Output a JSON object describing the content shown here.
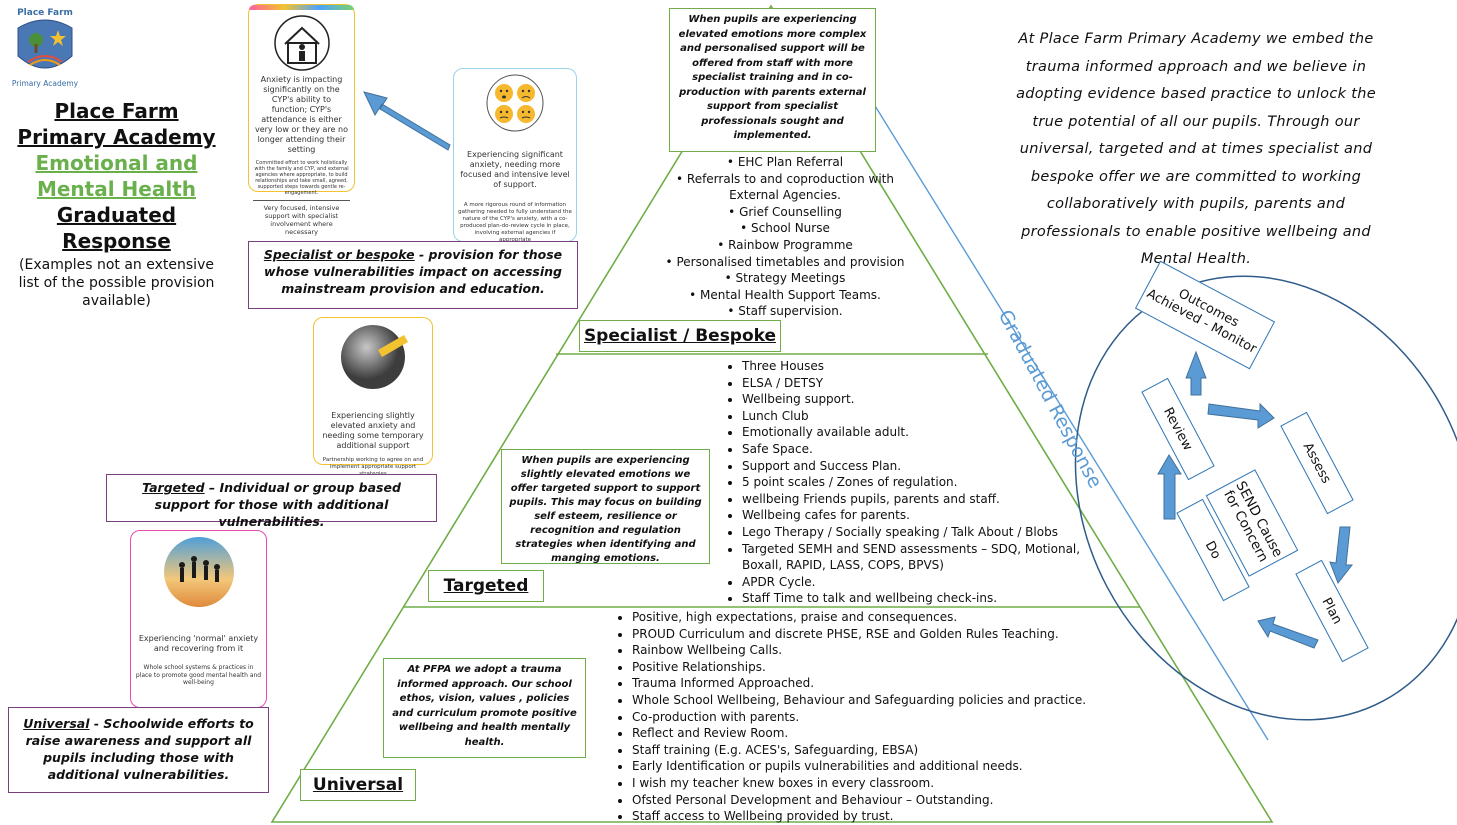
{
  "logo": {
    "top_text": "Place Farm",
    "bottom_text": "Primary Academy"
  },
  "title": {
    "line1": "Place Farm",
    "line2": "Primary Academy",
    "line3": "Emotional and",
    "line4": "Mental Health",
    "line5": "Graduated",
    "line6": "Response",
    "subtitle": "(Examples not an extensive list of the possible provision available)"
  },
  "cards": {
    "specialist": {
      "main": "Anxiety is impacting significantly on the CYP's ability to function; CYP's attendance is either very low or they are no longer attending their setting",
      "detail": "Committed effort to work holistically with the family and CYP, and external agencies where appropriate, to build relationships and take small, agreed, supported steps towards gentle re-engagement.",
      "footer": "Very focused, intensive support with specialist involvement where necessary"
    },
    "significant": {
      "main": "Experiencing significant anxiety, needing more focused and intensive level of support.",
      "detail": "A more rigorous round of information gathering needed to fully understand the nature of the CYP's anxiety, with a co-produced plan-do-review cycle in place, involving external agencies if appropriate"
    },
    "targeted": {
      "main": "Experiencing slightly elevated anxiety and needing some temporary additional support",
      "detail": "Partnership working to agree on and implement appropriate support strategies"
    },
    "universal": {
      "main": "Experiencing 'normal' anxiety and recovering from it",
      "detail": "Whole school systems & practices in place to promote good mental health and well-being"
    }
  },
  "descriptions": {
    "specialist": {
      "label": "Specialist or bespoke",
      "text": " -  provision for those whose vulnerabilities impact on accessing mainstream provision and education."
    },
    "targeted": {
      "label": "Targeted",
      "text": " – Individual or group based support for those with additional vulnerabilities."
    },
    "universal": {
      "label": "Universal",
      "text": " - Schoolwide efforts to raise awareness and support all pupils including those with additional vulnerabilities."
    }
  },
  "pyramid": {
    "top_note": "When pupils are experiencing elevated emotions more complex and personalised support will be offered from staff with more specialist training and in co-production with parents  external support from specialist professionals sought and implemented.",
    "specialist_label": "Specialist / Bespoke",
    "specialist_items": [
      "EHC Plan Referral",
      "Referrals to and coproduction with External Agencies.",
      "Grief Counselling",
      "School Nurse",
      "Rainbow Programme",
      "Personalised timetables and provision",
      "Strategy Meetings",
      "Mental Health Support Teams.",
      "Staff supervision."
    ],
    "targeted_note": "When pupils are experiencing slightly elevated emotions we offer targeted support to support pupils. This may focus on building self esteem, resilience or recognition and regulation strategies when identifying and manging emotions.",
    "targeted_label": "Targeted",
    "targeted_items": [
      "Three Houses",
      "ELSA / DETSY",
      "Wellbeing support.",
      "Lunch Club",
      "Emotionally available adult.",
      "Safe Space.",
      "Support and Success Plan.",
      "5 point scales / Zones of regulation.",
      "wellbeing Friends pupils, parents and staff.",
      "Wellbeing cafes for parents.",
      "Lego Therapy / Socially speaking / Talk About / Blobs",
      "Targeted SEMH and SEND assessments – SDQ, Motional, Boxall, RAPID, LASS, COPS, BPVS)",
      "APDR Cycle.",
      "Staff Time to talk and wellbeing check-ins."
    ],
    "universal_note": "At PFPA we adopt a trauma informed approach. Our school ethos, vision, values , policies and curriculum promote positive wellbeing and health mentally health.",
    "universal_label": "Universal",
    "universal_items": [
      "Positive, high expectations, praise and consequences.",
      "PROUD Curriculum and discrete PHSE, RSE and Golden Rules Teaching.",
      "Rainbow Wellbeing Calls.",
      "Positive Relationships.",
      "Trauma Informed Approached.",
      "Whole School Wellbeing, Behaviour and Safeguarding policies and practice.",
      "Co-production with parents.",
      "Reflect and Review Room.",
      "Staff training (E.g. ACES's, Safeguarding, EBSA)",
      "Early Identification or pupils vulnerabilities and additional needs.",
      "I wish my teacher knew boxes in every classroom.",
      "Ofsted Personal Development and Behaviour  – Outstanding.",
      "Staff access to Wellbeing provided by trust."
    ]
  },
  "graduated_label": "Graduated Response",
  "intro_text": "At Place Farm Primary Academy we embed the trauma informed approach and we believe in adopting evidence based practice to unlock the true potential of all our pupils. Through our universal, targeted and at times specialist and bespoke offer we are committed to working collaboratively with pupils, parents and professionals to enable positive wellbeing and Mental Health.",
  "cycle": {
    "outcomes": "Outcomes Achieved - Monitor",
    "review": "Review",
    "assess": "Assess",
    "center": "SEND Cause for Concern",
    "do": "Do",
    "plan": "Plan"
  },
  "colors": {
    "accent_blue": "#5b9bd5",
    "pyramid_green": "#70ad47",
    "purple": "#7a3f7f",
    "title_green": "#6ab04c"
  }
}
